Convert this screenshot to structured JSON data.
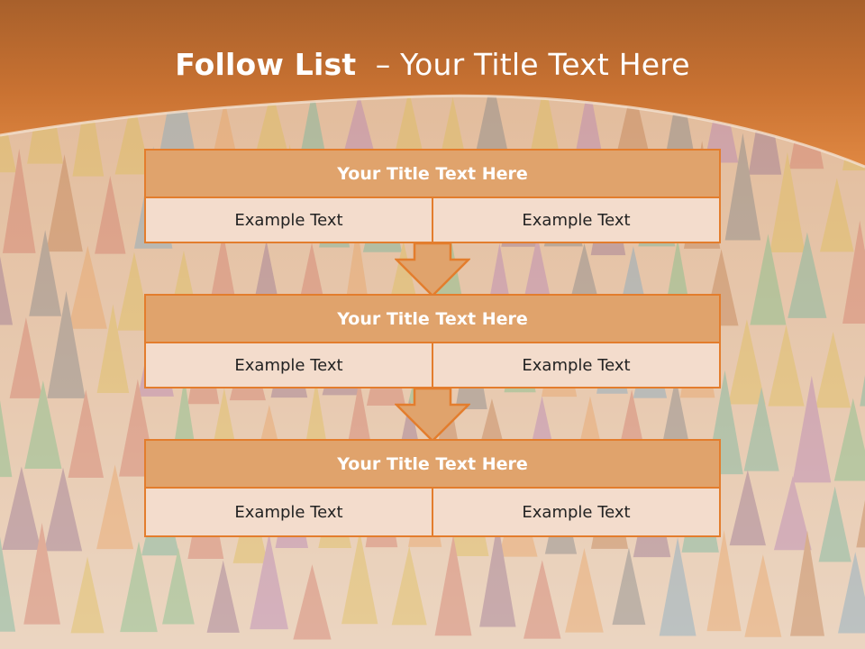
{
  "title": {
    "bold": "Follow List",
    "rest": "– Your Title Text Here"
  },
  "blocks": [
    {
      "header": "Your Title Text Here",
      "left": "Example Text",
      "right": "Example Text"
    },
    {
      "header": "Your Title Text Here",
      "left": "Example Text",
      "right": "Example Text"
    },
    {
      "header": "Your Title Text Here",
      "left": "Example Text",
      "right": "Example Text"
    }
  ],
  "colors": {
    "accent": "#e37d2d",
    "header_fill": "#e0a36c",
    "cell_fill": "#f3dccc",
    "banner": "#c46a2e"
  }
}
